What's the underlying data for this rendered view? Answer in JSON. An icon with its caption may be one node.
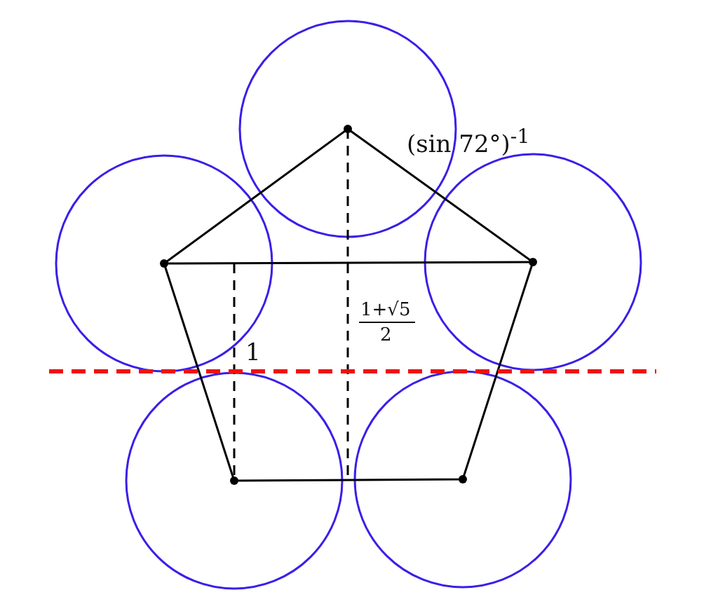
{
  "diagram": {
    "labels": [
      "(sin 72°)$^{-1}$",
      "1+√5",
      "2",
      "1"
    ]
  }
}
